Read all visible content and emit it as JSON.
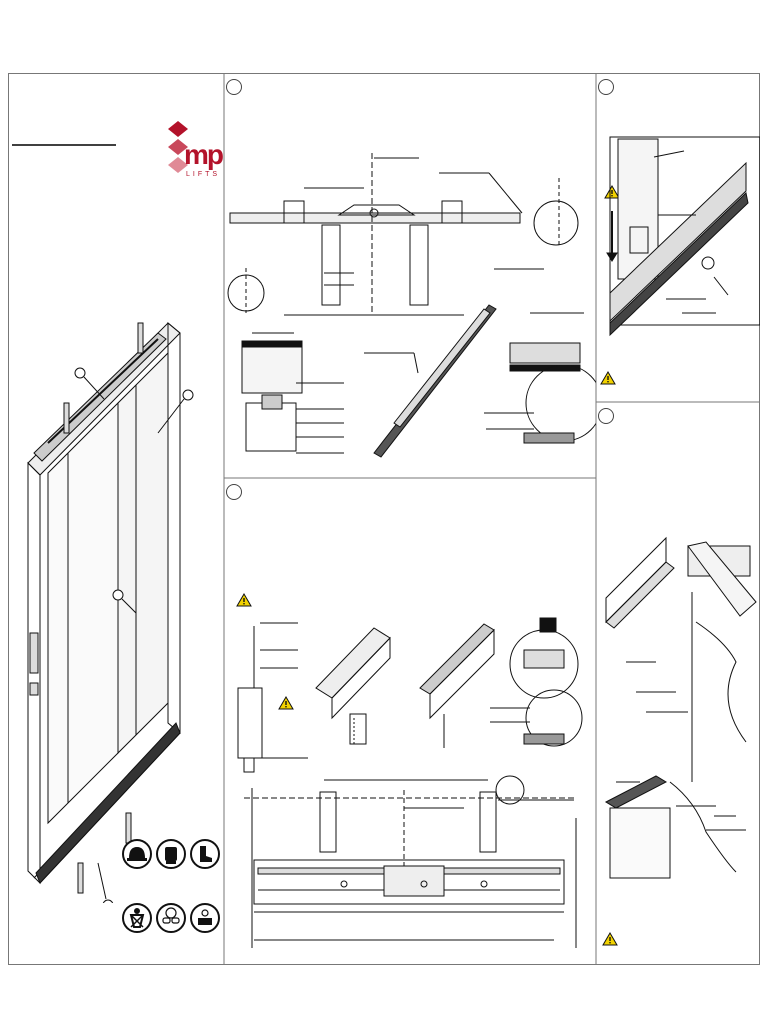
{
  "brand": {
    "mark": "mp",
    "subtitle": "LIFTS",
    "color": "#b3122a"
  },
  "sections": [
    {
      "id": "overview",
      "step_marker": ""
    },
    {
      "id": "step-1",
      "step_marker": ""
    },
    {
      "id": "step-2",
      "step_marker": ""
    },
    {
      "id": "step-3",
      "step_marker": ""
    },
    {
      "id": "step-4",
      "step_marker": ""
    }
  ],
  "safety_icons": [
    "helmet-icon",
    "gloves-icon",
    "boots-icon",
    "harness-icon",
    "goggles-icon",
    "toolbox-icon"
  ],
  "warning_icon": {
    "name": "warning-triangle-icon",
    "fill": "#f2d200"
  }
}
